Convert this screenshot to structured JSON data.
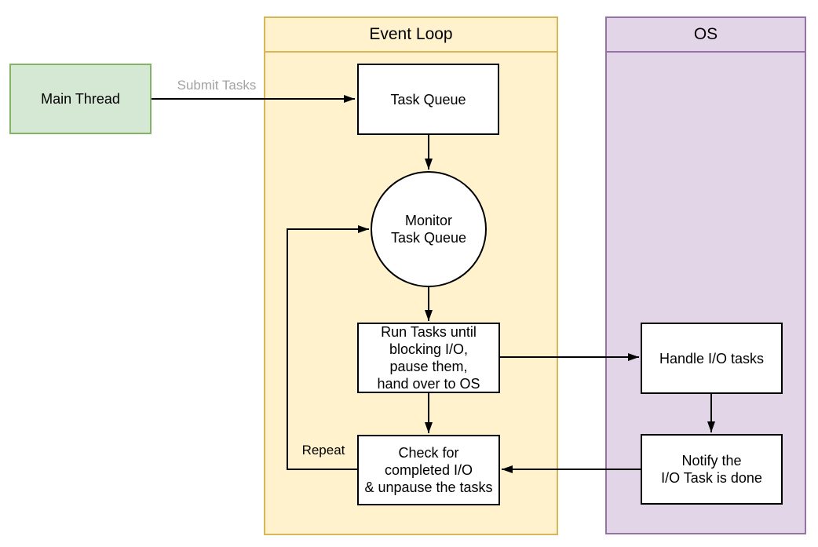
{
  "diagram": {
    "type": "flowchart",
    "background": "#FFFFFF",
    "containers": {
      "event_loop": {
        "title": "Event Loop",
        "fill": "#FFF2CC",
        "border": "#D6B656"
      },
      "os": {
        "title": "OS",
        "fill": "#E1D5E7",
        "border": "#9673A6"
      }
    },
    "nodes": {
      "main_thread": {
        "label": "Main Thread",
        "shape": "rectangle",
        "fill": "#D5E8D4",
        "border": "#82B366"
      },
      "task_queue": {
        "label": "Task Queue",
        "shape": "rectangle",
        "fill": "#FFFFFF",
        "border": "#000000",
        "container": "event_loop"
      },
      "monitor_task_queue": {
        "lines": [
          "Monitor",
          "Task Queue"
        ],
        "shape": "circle",
        "fill": "#FFFFFF",
        "border": "#000000",
        "container": "event_loop"
      },
      "run_tasks": {
        "lines": [
          "Run Tasks until",
          "blocking I/O,",
          "pause them,",
          "hand over to OS"
        ],
        "shape": "rectangle",
        "fill": "#FFFFFF",
        "border": "#000000",
        "container": "event_loop"
      },
      "check_completed_io": {
        "lines": [
          "Check for",
          "completed I/O",
          "& unpause the tasks"
        ],
        "shape": "rectangle",
        "fill": "#FFFFFF",
        "border": "#000000",
        "container": "event_loop"
      },
      "handle_io_tasks": {
        "label": "Handle I/O tasks",
        "shape": "rectangle",
        "fill": "#FFFFFF",
        "border": "#000000",
        "container": "os"
      },
      "notify_io_done": {
        "lines": [
          "Notify the",
          "I/O Task is done"
        ],
        "shape": "rectangle",
        "fill": "#FFFFFF",
        "border": "#000000",
        "container": "os"
      }
    },
    "edges": [
      {
        "from": "main_thread",
        "to": "task_queue",
        "label": "Submit Tasks",
        "label_color": "#A3A3A3"
      },
      {
        "from": "task_queue",
        "to": "monitor_task_queue",
        "label": ""
      },
      {
        "from": "monitor_task_queue",
        "to": "run_tasks",
        "label": ""
      },
      {
        "from": "run_tasks",
        "to": "handle_io_tasks",
        "label": ""
      },
      {
        "from": "handle_io_tasks",
        "to": "notify_io_done",
        "label": ""
      },
      {
        "from": "notify_io_done",
        "to": "check_completed_io",
        "label": ""
      },
      {
        "from": "run_tasks",
        "to": "check_completed_io",
        "label": ""
      },
      {
        "from": "check_completed_io",
        "to": "monitor_task_queue",
        "label": "Repeat",
        "label_color": "#000000"
      }
    ]
  }
}
